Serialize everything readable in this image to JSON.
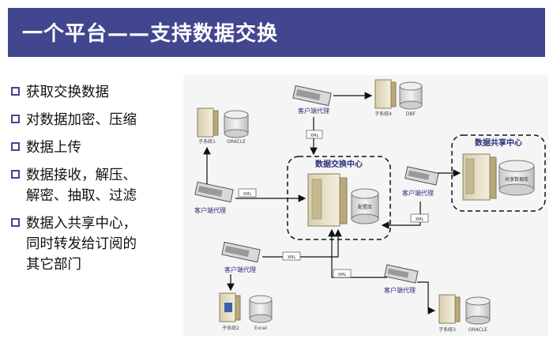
{
  "header": {
    "title": "一个平台——支持数据交换"
  },
  "bullets": [
    {
      "lines": [
        "获取交换数据"
      ]
    },
    {
      "lines": [
        "对数据加密、压缩"
      ]
    },
    {
      "lines": [
        "数据上传"
      ]
    },
    {
      "lines": [
        "数据接收，解压、",
        "解密、抽取、过滤"
      ]
    },
    {
      "lines": [
        "数据入共享中心，",
        "同时转发给订阅的",
        "其它部门"
      ]
    }
  ],
  "diagram": {
    "exchange_center": "数据交换中心",
    "share_center": "数据共享中心",
    "config_db": "配置库",
    "share_db": "共享数据库",
    "agent": "客户端代理",
    "xml": "XML",
    "subsys1": "子系统1",
    "subsys2": "子系统2",
    "subsys3": "子系统3",
    "subsys4": "子系统4",
    "oracle": "ORACLE",
    "dbf": "DBF",
    "excel": "Excel"
  },
  "colors": {
    "title_bg": "#41468f",
    "title_text": "#ffffff",
    "bullet_box": "#41468f",
    "arrow": "#111111",
    "center_label": "#2a2f7a"
  }
}
